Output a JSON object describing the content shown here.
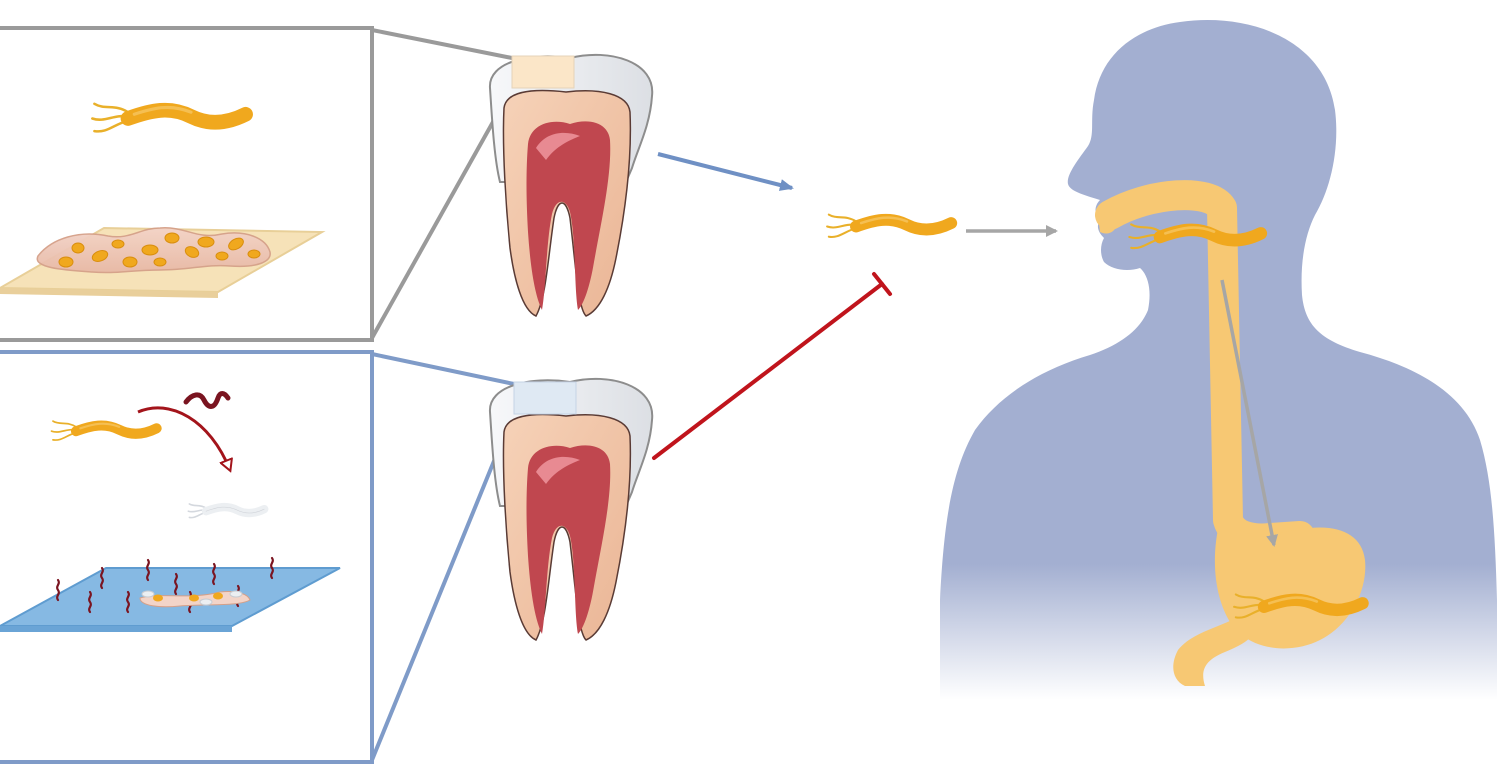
{
  "diagram": {
    "palette": {
      "bacterium": "#f0a81e",
      "bacterium_flagella": "#e9b02a",
      "inactive_bacterium": "#eceff2",
      "peptide": "#7a1420",
      "body": "#a3afd1",
      "digestive_tract": "#f7c873",
      "tooth_pulp": "#c0474f",
      "tooth_dentin": "#f2c6a8",
      "tooth_enamel": "#f3f4f6",
      "top_panel_frame": "#9a9a9a",
      "bottom_panel_frame": "#7f9bc8",
      "plaque_surface": "#f6e2b8",
      "treated_surface": "#86b9e3",
      "arrow_gray": "#a6a6a6",
      "arrow_blue": "#6f90c4",
      "inhibition_red": "#c0141c"
    },
    "panels": [
      {
        "id": "untreated-plaque",
        "contents": [
          "free-swimming-bacterium",
          "biofilm-on-surface"
        ]
      },
      {
        "id": "peptide-treated",
        "contents": [
          "bacterium",
          "peptide",
          "inactivated-bacterium",
          "peptide-coated-surface"
        ]
      }
    ],
    "flows": [
      {
        "from": "untreated-tooth",
        "to": "oral-bacterium",
        "kind": "arrow"
      },
      {
        "from": "treated-tooth",
        "to": "oral-bacterium",
        "kind": "inhibition"
      },
      {
        "from": "oral-bacterium",
        "to": "mouth",
        "kind": "arrow"
      },
      {
        "from": "mouth",
        "to": "stomach",
        "kind": "arrow"
      }
    ]
  }
}
